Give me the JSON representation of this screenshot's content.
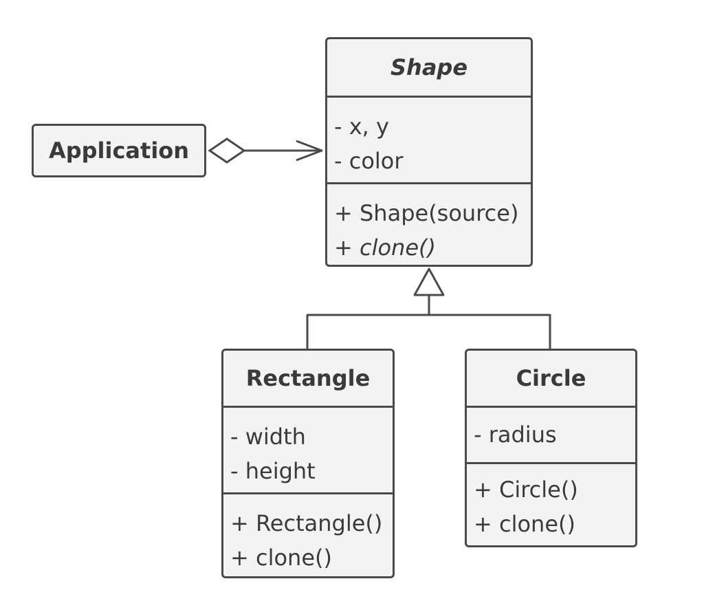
{
  "diagram": {
    "application": {
      "label": "Application"
    },
    "shape": {
      "name": "Shape",
      "fields": [
        "- x, y",
        "- color"
      ],
      "methods": [
        {
          "text": "+ Shape(source)"
        },
        {
          "prefix": "+ ",
          "name": "clone()"
        }
      ]
    },
    "rectangle": {
      "name": "Rectangle",
      "fields": [
        "- width",
        "- height"
      ],
      "methods": [
        "+ Rectangle()",
        "+ clone()"
      ]
    },
    "circle": {
      "name": "Circle",
      "fields": [
        "- radius"
      ],
      "methods": [
        "+ Circle()",
        "+ clone()"
      ]
    }
  }
}
